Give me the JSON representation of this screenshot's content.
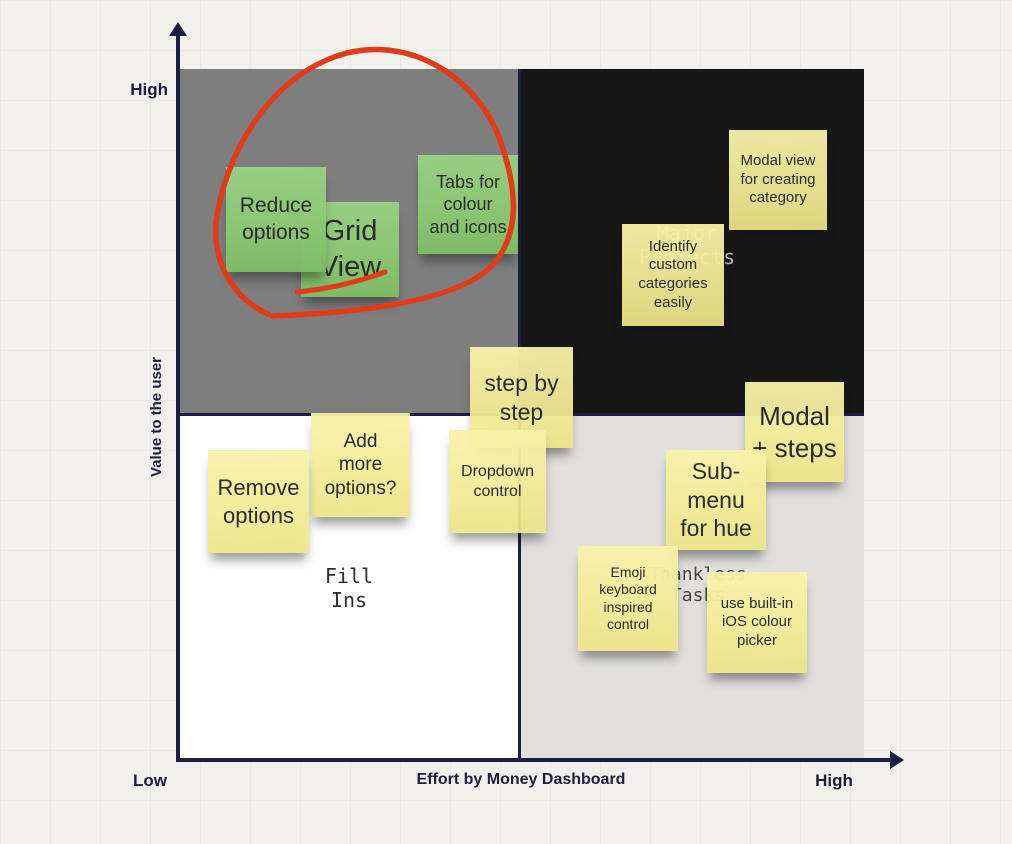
{
  "board": {
    "type": "effort-value-priority-matrix",
    "colors": {
      "axis_navy": "#1c1c44",
      "quadrant_top_left": "#7e7e7e",
      "quadrant_top_right": "#171717",
      "quadrant_bottom_left": "#ffffff",
      "quadrant_bottom_right": "#e1e0dd",
      "note_yellow": "#f4ed9d",
      "note_green": "#8dc877",
      "scribble_red": "#e23b1a",
      "page_background": "#f1f0ec"
    }
  },
  "axes": {
    "y_label": "Value to the user",
    "y_high_label": "High",
    "x_label": "Effort by Money Dashboard",
    "x_low_label": "Low",
    "x_high_label": "High"
  },
  "quadrant_labels": {
    "major_projects": {
      "lines": [
        "Major",
        "Projects"
      ]
    },
    "fill_ins": {
      "lines": [
        "Fill",
        "Ins"
      ]
    },
    "thankless_tasks": {
      "lines": [
        "Thankless",
        "Tasks"
      ]
    }
  },
  "notes": [
    {
      "id": "grid-view",
      "color": "green",
      "quadrant": "top-left",
      "lines": [
        "Grid",
        "View"
      ]
    },
    {
      "id": "reduce-options",
      "color": "green",
      "quadrant": "top-left",
      "lines": [
        "Reduce",
        "options"
      ]
    },
    {
      "id": "tabs-colour-icons",
      "color": "green",
      "quadrant": "top-left",
      "lines": [
        "Tabs for",
        "colour",
        "and icons"
      ]
    },
    {
      "id": "modal-view-category",
      "color": "yellow",
      "quadrant": "top-right",
      "lines": [
        "Modal view",
        "for creating",
        "category"
      ]
    },
    {
      "id": "identify-custom-categories",
      "color": "yellow",
      "quadrant": "top-right",
      "lines": [
        "Identify",
        "custom",
        "categories",
        "easily"
      ]
    },
    {
      "id": "step-by-step",
      "color": "yellow",
      "quadrant": "bottom-left",
      "lines": [
        "step by",
        "step"
      ]
    },
    {
      "id": "add-more-options",
      "color": "yellow",
      "quadrant": "bottom-left",
      "lines": [
        "Add",
        "more",
        "options?"
      ]
    },
    {
      "id": "remove-options",
      "color": "yellow",
      "quadrant": "bottom-left",
      "lines": [
        "Remove",
        "options"
      ]
    },
    {
      "id": "dropdown-control",
      "color": "yellow",
      "quadrant": "bottom-left",
      "lines": [
        "Dropdown",
        "control"
      ]
    },
    {
      "id": "modal-plus-steps",
      "color": "yellow",
      "quadrant": "bottom-right",
      "lines": [
        "Modal",
        "+ steps"
      ]
    },
    {
      "id": "sub-menu-for-hue",
      "color": "yellow",
      "quadrant": "bottom-right",
      "lines": [
        "Sub-",
        "menu",
        "for hue"
      ]
    },
    {
      "id": "emoji-keyboard-control",
      "color": "yellow",
      "quadrant": "bottom-right",
      "lines": [
        "Emoji",
        "keyboard",
        "inspired",
        "control"
      ]
    },
    {
      "id": "ios-colour-picker",
      "color": "yellow",
      "quadrant": "bottom-right",
      "lines": [
        "use built-in",
        "iOS colour",
        "picker"
      ]
    }
  ],
  "annotations": {
    "red_circle": "freehand circle around green notes with underline below Grid View"
  }
}
